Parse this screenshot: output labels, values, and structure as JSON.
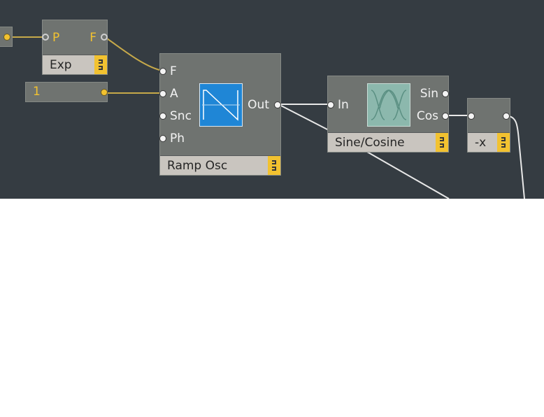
{
  "canvas": {
    "background": "#353c42",
    "wire_yellow": "#c6a94a",
    "wire_white": "#e8e8e8"
  },
  "modules": {
    "partial": {
      "name": ""
    },
    "exp": {
      "name": "Exp",
      "in_label": "P",
      "out_label": "F"
    },
    "constant": {
      "value": "1"
    },
    "ramp": {
      "name": "Ramp Osc",
      "inputs": [
        "F",
        "A",
        "Snc",
        "Ph"
      ],
      "output": "Out",
      "icon": "ramp-wave-icon"
    },
    "sine": {
      "name": "Sine/Cosine",
      "input": "In",
      "outputs": [
        "Sin",
        "Cos"
      ],
      "icon": "sine-cosine-icon"
    },
    "negate": {
      "name": "-x"
    }
  }
}
